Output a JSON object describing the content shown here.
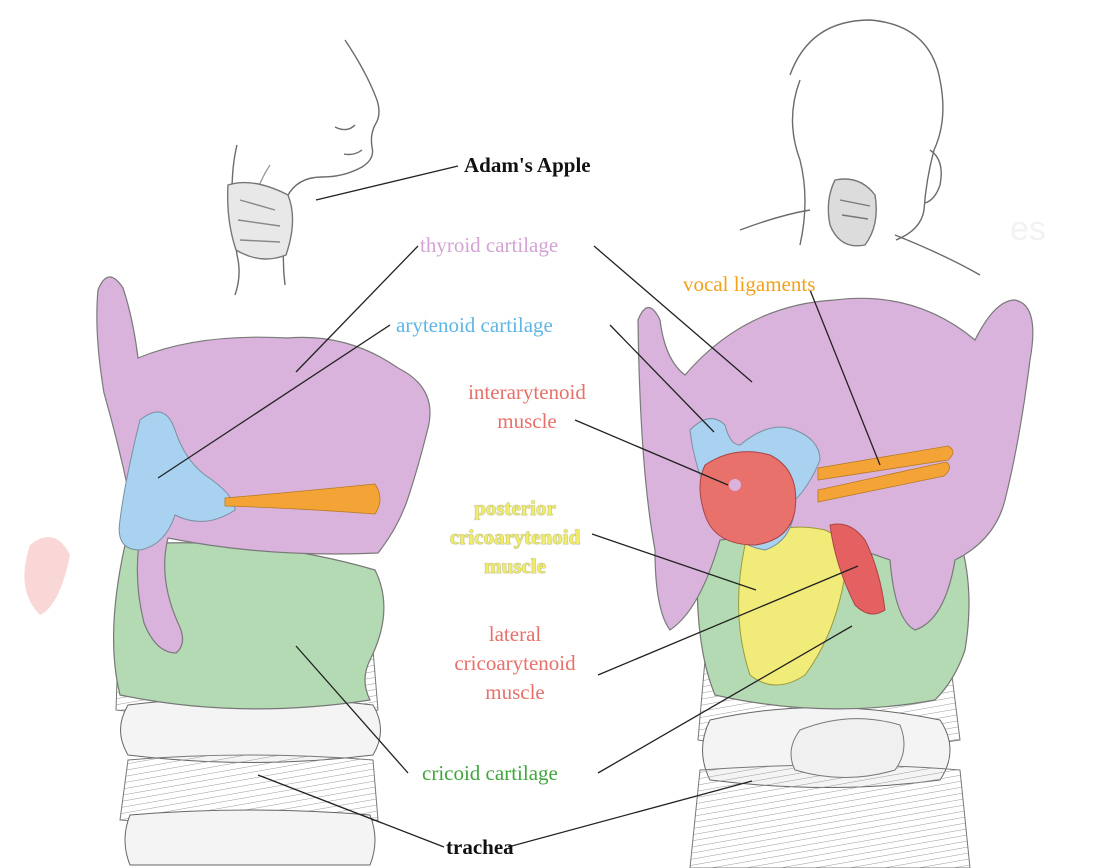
{
  "labels": {
    "adams_apple": "Adam's Apple",
    "thyroid_cartilage": "thyroid cartilage",
    "vocal_ligaments": "vocal ligaments",
    "arytenoid_cartilage": "arytenoid cartilage",
    "interarytenoid_muscle": [
      "interarytenoid",
      "muscle"
    ],
    "posterior_cricoarytenoid_muscle": [
      "posterior",
      "cricoarytenoid",
      "muscle"
    ],
    "lateral_cricoarytenoid_muscle": [
      "lateral",
      "cricoarytenoid",
      "muscle"
    ],
    "cricoid_cartilage": "cricoid cartilage",
    "trachea": "trachea"
  },
  "colors": {
    "thyroid": "#d9b3dc",
    "arytenoid": "#a8d2ef",
    "vocal_ligament": "#f4a437",
    "interarytenoid": "#e8716c",
    "posterior_cricoarytenoid": "#f1ec7a",
    "lateral_cricoarytenoid": "#e56061",
    "cricoid": "#b3dab2",
    "trachea": "#f4f4f4",
    "line": "#222222",
    "label_thyroid": "#d3a3d6",
    "label_arytenoid": "#5fb6e6",
    "label_vocal": "#f2a11a",
    "label_muscle": "#e8706b",
    "label_posterior": "#e6df4a",
    "label_cricoid": "#3fa63e",
    "label_black": "#111111"
  }
}
